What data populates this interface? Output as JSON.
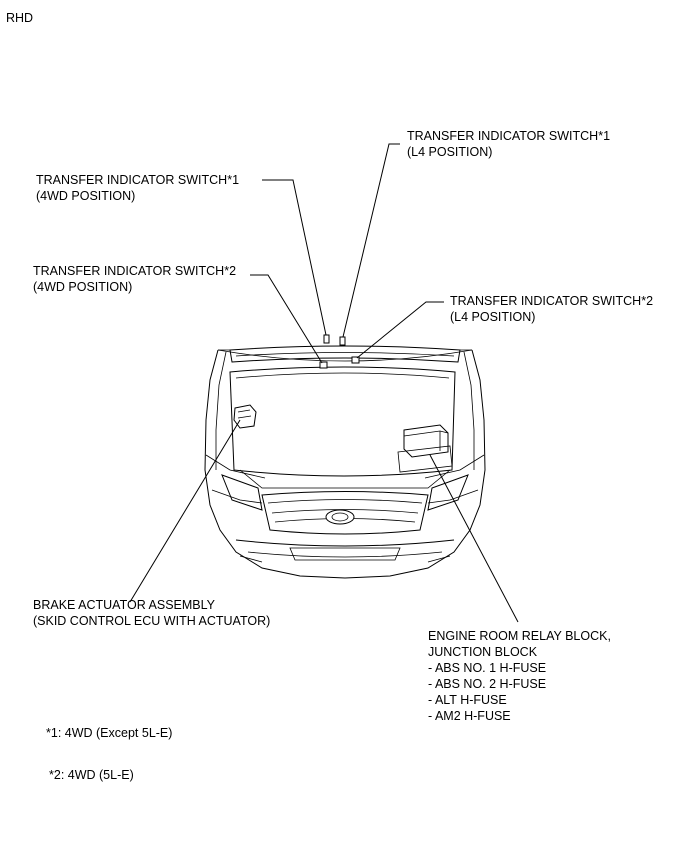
{
  "region_tag": "RHD",
  "callouts": {
    "transfer_sw1_l4": [
      "TRANSFER INDICATOR SWITCH*1",
      "(L4 POSITION)"
    ],
    "transfer_sw1_4wd": [
      "TRANSFER INDICATOR SWITCH*1",
      "(4WD POSITION)"
    ],
    "transfer_sw2_4wd": [
      "TRANSFER INDICATOR SWITCH*2",
      "(4WD POSITION)"
    ],
    "transfer_sw2_l4": [
      "TRANSFER INDICATOR SWITCH*2",
      "(L4 POSITION)"
    ],
    "brake_actuator": [
      "BRAKE ACTUATOR ASSEMBLY",
      "(SKID CONTROL ECU WITH ACTUATOR)"
    ],
    "engine_room": [
      "ENGINE ROOM RELAY BLOCK,",
      "JUNCTION BLOCK",
      "- ABS NO. 1 H-FUSE",
      "- ABS NO. 2 H-FUSE",
      "- ALT H-FUSE",
      "- AM2 H-FUSE"
    ]
  },
  "footnotes": {
    "note1": "*1: 4WD (Except 5L-E)",
    "note2": "*2: 4WD (5L-E)"
  }
}
